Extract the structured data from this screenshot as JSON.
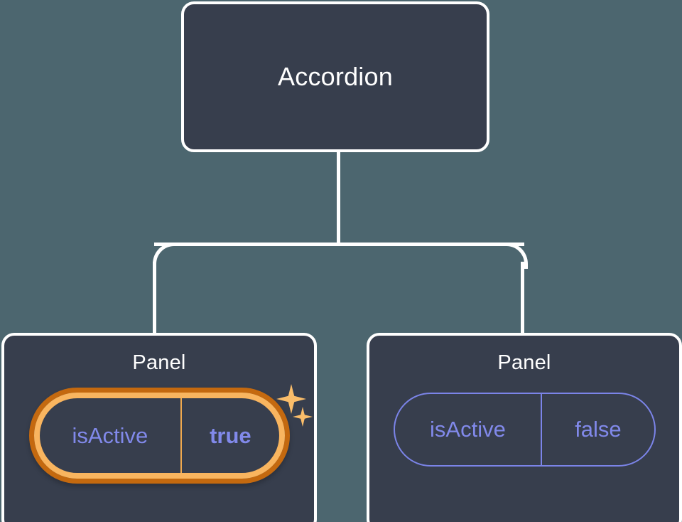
{
  "theme": {
    "page_background": "#4c666f",
    "node_background": "#373e4d",
    "node_border": "#ffffff",
    "edge_color": "#ffffff",
    "prop_accent": "#8189ea",
    "highlight_outer_ring": "#c4690f",
    "highlight_inner_ring": "#f9b55f",
    "sparkle_color": "#fabd6a"
  },
  "tree": {
    "root": {
      "title": "Accordion"
    },
    "children": [
      {
        "title": "Panel",
        "highlighted": true,
        "prop": {
          "key": "isActive",
          "value": "true"
        },
        "sparkle_big": "sparkle-icon",
        "sparkle_small": "sparkle-icon"
      },
      {
        "title": "Panel",
        "highlighted": false,
        "prop": {
          "key": "isActive",
          "value": "false"
        }
      }
    ]
  }
}
